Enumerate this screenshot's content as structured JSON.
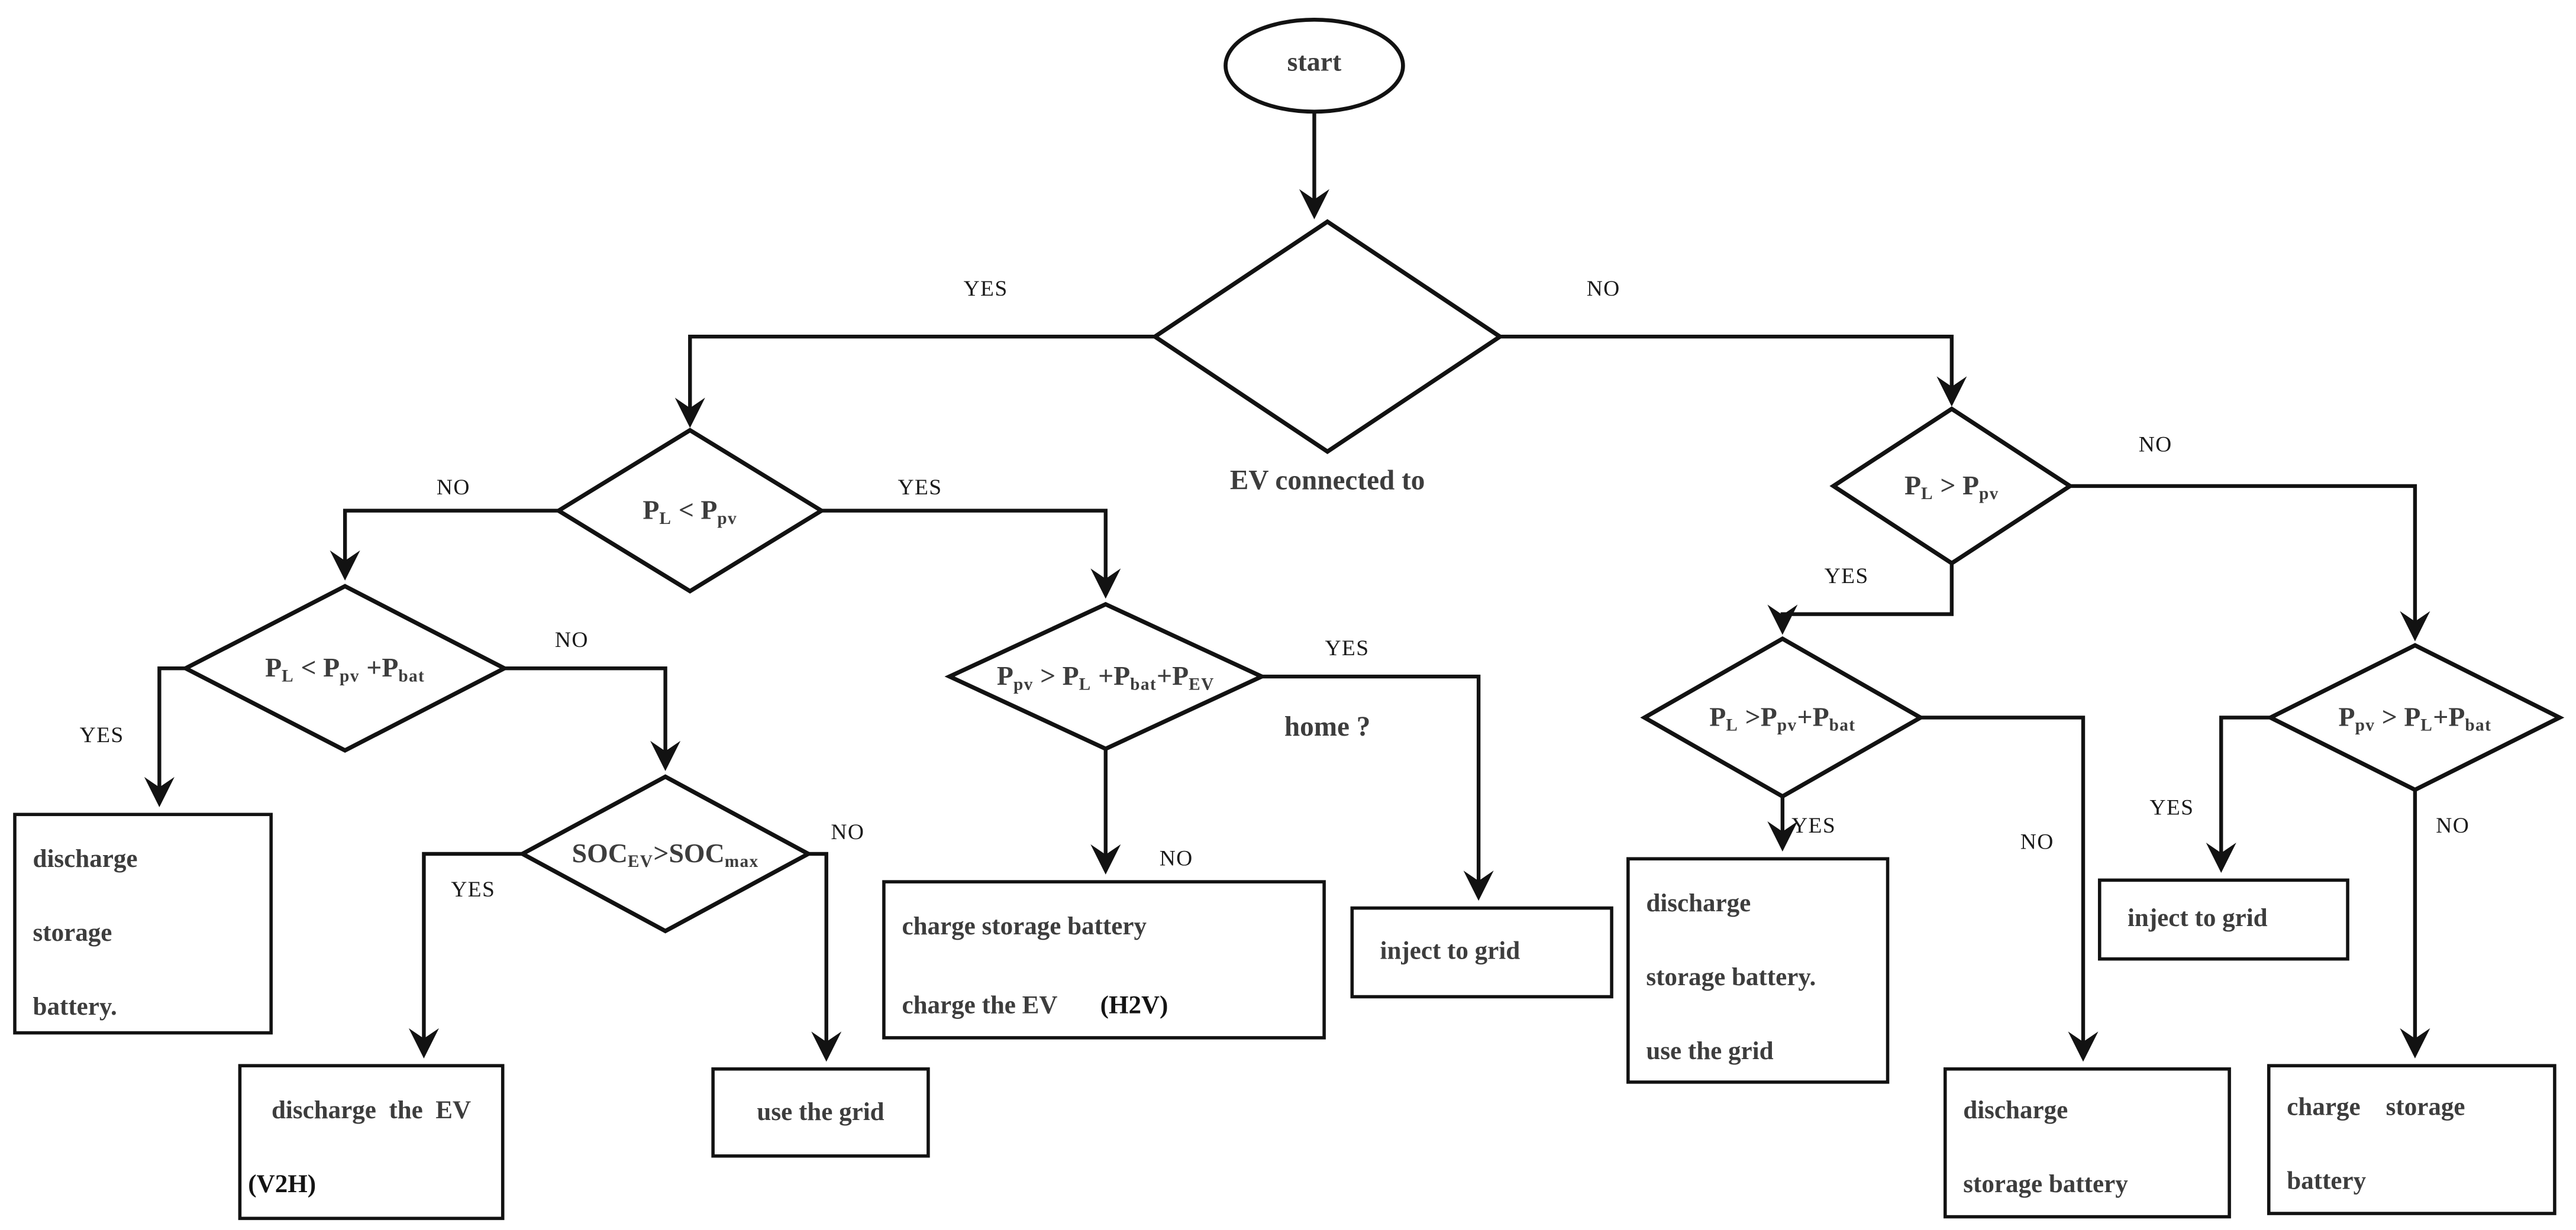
{
  "nodes": {
    "start": {
      "label": "start"
    },
    "ev_connected": {
      "line1": "EV connected to",
      "line2": "home ?"
    },
    "pl_lt_ppv": {
      "formula": "P_{L} < P_{pv}"
    },
    "pl_lt_ppv_pbat": {
      "formula": "P_{L} < P_{pv} +P_{bat}"
    },
    "soc_ev_gt_soc_max": {
      "formula": "SOC_{EV}>SOC_{max}"
    },
    "ppv_gt_pl_pbat_pev": {
      "formula": "P_{pv} > P_{L} +P_{bat}+P_{EV}"
    },
    "pl_gt_ppv": {
      "formula": "P_{L} > P_{pv}"
    },
    "pl_gt_ppv_pbat": {
      "formula": "P_{L} >P_{pv}+P_{bat}"
    },
    "ppv_gt_pl_pbat": {
      "formula": "P_{pv} > P_{L}+P_{bat}"
    }
  },
  "boxes": {
    "discharge_storage_battery_left": {
      "lines": [
        "discharge",
        "storage",
        "battery."
      ]
    },
    "discharge_the_ev": {
      "line1": "discharge  the  EV",
      "line2": "(V2H)"
    },
    "use_the_grid": {
      "label": "use the grid"
    },
    "charge_storage_charge_ev": {
      "line1": "charge storage battery",
      "line2_left": "charge the EV",
      "line2_right": "(H2V)"
    },
    "inject_to_grid_mid": {
      "label": "inject to grid"
    },
    "discharge_storage_use_grid": {
      "lines": [
        "discharge",
        "storage battery.",
        "use the grid"
      ]
    },
    "discharge_storage_battery_bottom": {
      "lines": [
        "discharge",
        "storage battery"
      ]
    },
    "inject_to_grid_right": {
      "label": "inject to grid"
    },
    "charge_storage_battery_bottom": {
      "lines": [
        "charge    storage",
        "battery"
      ]
    }
  },
  "edge_labels": {
    "ev_yes": "YES",
    "ev_no": "NO",
    "pl_lt_ppv_no": "NO",
    "pl_lt_ppv_yes": "YES",
    "pl_lt_ppv_pbat_yes": "YES",
    "pl_lt_ppv_pbat_no": "NO",
    "soc_yes": "YES",
    "soc_no": "NO",
    "ppv_sum_yes": "YES",
    "ppv_sum_no": "NO",
    "pl_gt_ppv_yes": "YES",
    "pl_gt_ppv_no": "NO",
    "pl_gt_ppv_pbat_yes": "YES",
    "pl_gt_ppv_pbat_no": "NO",
    "ppv_gt_pl_pbat_yes": "YES",
    "ppv_gt_pl_pbat_no": "NO"
  },
  "colors": {
    "line": "#121212",
    "node_text": "#3d3d3d",
    "label_text": "#1a1a1a",
    "background": "#ffffff"
  }
}
